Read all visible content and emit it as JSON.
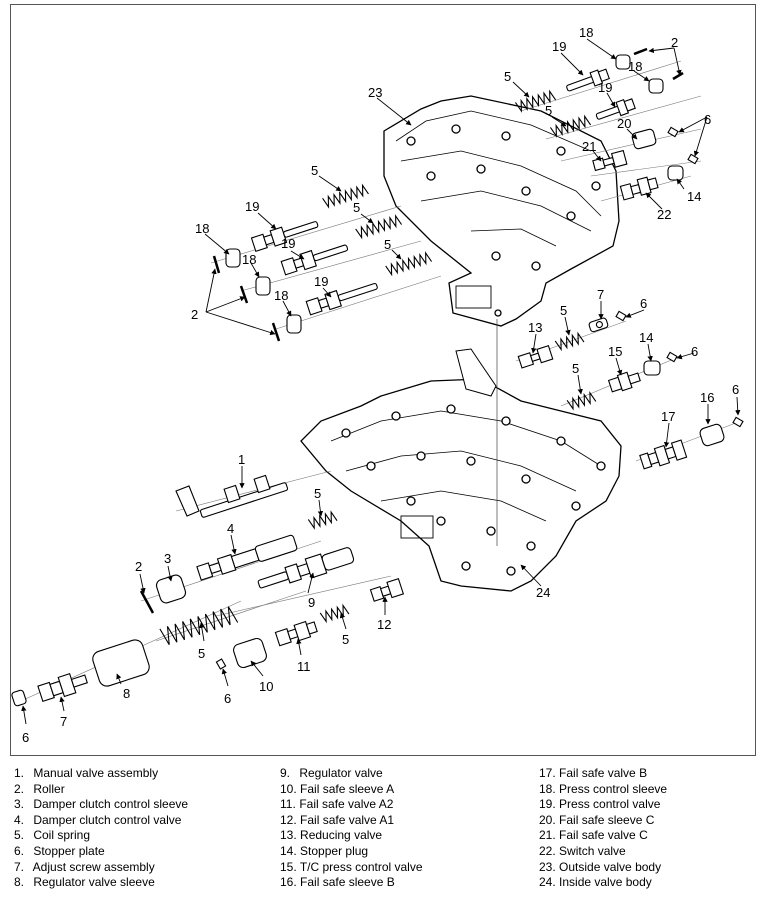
{
  "legend": {
    "col1": [
      {
        "num": "1.",
        "text": "Manual valve assembly"
      },
      {
        "num": "2.",
        "text": "Roller"
      },
      {
        "num": "3.",
        "text": "Damper clutch control sleeve"
      },
      {
        "num": "4.",
        "text": "Damper clutch control valve"
      },
      {
        "num": "5.",
        "text": "Coil spring"
      },
      {
        "num": "6.",
        "text": "Stopper plate"
      },
      {
        "num": "7.",
        "text": "Adjust screw assembly"
      },
      {
        "num": "8.",
        "text": "Regulator valve sleeve"
      }
    ],
    "col2": [
      {
        "num": "9.",
        "text": "Regulator valve"
      },
      {
        "num": "10.",
        "text": "Fail safe sleeve A"
      },
      {
        "num": "11.",
        "text": "Fail safe valve A2"
      },
      {
        "num": "12.",
        "text": "Fail safe valve A1"
      },
      {
        "num": "13.",
        "text": "Reducing valve"
      },
      {
        "num": "14.",
        "text": "Stopper plug"
      },
      {
        "num": "15.",
        "text": "T/C press control valve"
      },
      {
        "num": "16.",
        "text": "Fail safe sleeve B"
      }
    ],
    "col3": [
      {
        "num": "17.",
        "text": "Fail safe valve B"
      },
      {
        "num": "18.",
        "text": "Press control sleeve"
      },
      {
        "num": "19.",
        "text": "Press control valve"
      },
      {
        "num": "20.",
        "text": "Fail safe sleeve C"
      },
      {
        "num": "21.",
        "text": "Fail safe valve C"
      },
      {
        "num": "22.",
        "text": "Switch valve"
      },
      {
        "num": "23.",
        "text": "Outside valve body"
      },
      {
        "num": "24.",
        "text": "Inside valve body"
      }
    ]
  },
  "callouts": {
    "n1": "1",
    "n2": "2",
    "n3": "3",
    "n4": "4",
    "n5": "5",
    "n6": "6",
    "n7": "7",
    "n8": "8",
    "n9": "9",
    "n10": "10",
    "n11": "11",
    "n12": "12",
    "n13": "13",
    "n14": "14",
    "n15": "15",
    "n16": "16",
    "n17": "17",
    "n18": "18",
    "n19": "19",
    "n20": "20",
    "n21": "21",
    "n22": "22",
    "n23": "23",
    "n24": "24"
  }
}
